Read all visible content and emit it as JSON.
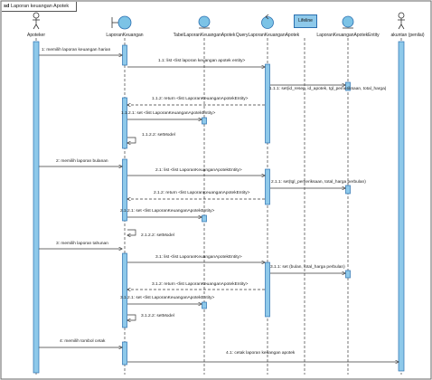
{
  "frame": {
    "keyword": "sd",
    "title": "Laporan keuangan Apotek"
  },
  "colors": {
    "line": "#3a3a3a",
    "activation_fill": "#8ec9ea",
    "activation_stroke": "#2a6fb0",
    "icon_fill": "#7cc3e6"
  },
  "lifelines": [
    {
      "id": "apoteker",
      "kind": "actor",
      "label": "Apoteker"
    },
    {
      "id": "laporan_keuangan",
      "kind": "boundary",
      "label": "LaporanKeuangan"
    },
    {
      "id": "tabel_laporan",
      "kind": "entity",
      "label": "TabelLaporanKeuanganApotek"
    },
    {
      "id": "query_laporan",
      "kind": "control",
      "label": "QueryLaporanKeuanganApotek"
    },
    {
      "id": "lifeline",
      "kind": "box",
      "label": "Lifeline"
    },
    {
      "id": "laporan_entity",
      "kind": "entity",
      "label": "LaporanKeuanganApotekEntity"
    },
    {
      "id": "akuntan",
      "kind": "actor",
      "label": "akuntan (penilai)"
    }
  ],
  "messages": [
    {
      "label": "1: memilih laporan keuangan harian",
      "from": "apoteker",
      "to": "laporan_keuangan"
    },
    {
      "label": "1.1: list <list laporan keuangan apotek entity>",
      "from": "laporan_keuangan",
      "to": "query_laporan"
    },
    {
      "label": "1.1.1: set(id_resep, id_apotek, tgl_pemeriksaan, total_harga)",
      "from": "query_laporan",
      "to": "laporan_entity"
    },
    {
      "label": "1.1.2: return <list LaporanKeuanganApotekEntity>",
      "from": "query_laporan",
      "to": "laporan_keuangan"
    },
    {
      "label": "1.1.2.1: set <list LaporanKeuanganApotekEntity>",
      "from": "laporan_keuangan",
      "to": "tabel_laporan"
    },
    {
      "label": "1.1.2.2: setModel",
      "from": "laporan_keuangan",
      "to": "laporan_keuangan"
    },
    {
      "label": "2: memilih laporan bulanan",
      "from": "apoteker",
      "to": "laporan_keuangan"
    },
    {
      "label": "2.1: list <list LaporanKeuanganApotekEntity>",
      "from": "laporan_keuangan",
      "to": "query_laporan"
    },
    {
      "label": "2.1.1: set(tgl_pemeriksaan, total_harga perbulan)",
      "from": "query_laporan",
      "to": "laporan_entity"
    },
    {
      "label": "2.1.2: return <list LaporanKeuanganApotekEntity>",
      "from": "query_laporan",
      "to": "laporan_keuangan"
    },
    {
      "label": "2.1.2.1: set <list LaporanKeuanganApotekEntity>",
      "from": "laporan_keuangan",
      "to": "tabel_laporan"
    },
    {
      "label": "2.1.2.2: setModel",
      "from": "laporan_keuangan",
      "to": "laporan_keuangan"
    },
    {
      "label": "3: memilih laporan tahunan",
      "from": "apoteker",
      "to": "laporan_keuangan"
    },
    {
      "label": "3.1: list <list LaporanKeuanganApotekEntity>",
      "from": "laporan_keuangan",
      "to": "query_laporan"
    },
    {
      "label": "3.1.1: set (bulan, total_harga perbulan)",
      "from": "query_laporan",
      "to": "laporan_entity"
    },
    {
      "label": "3.1.2: return <list LaporanKeuanganApotekEntity>",
      "from": "query_laporan",
      "to": "laporan_keuangan"
    },
    {
      "label": "3.1.2.1: set <list LaporanKeuanganApotekEntity>",
      "from": "laporan_keuangan",
      "to": "tabel_laporan"
    },
    {
      "label": "3.1.2.2: setModel",
      "from": "laporan_keuangan",
      "to": "laporan_keuangan"
    },
    {
      "label": "4: memilih tombol cetak",
      "from": "apoteker",
      "to": "laporan_keuangan"
    },
    {
      "label": "4.1: cetak laporan keuangan apotek",
      "from": "laporan_keuangan",
      "to": "akuntan"
    }
  ]
}
